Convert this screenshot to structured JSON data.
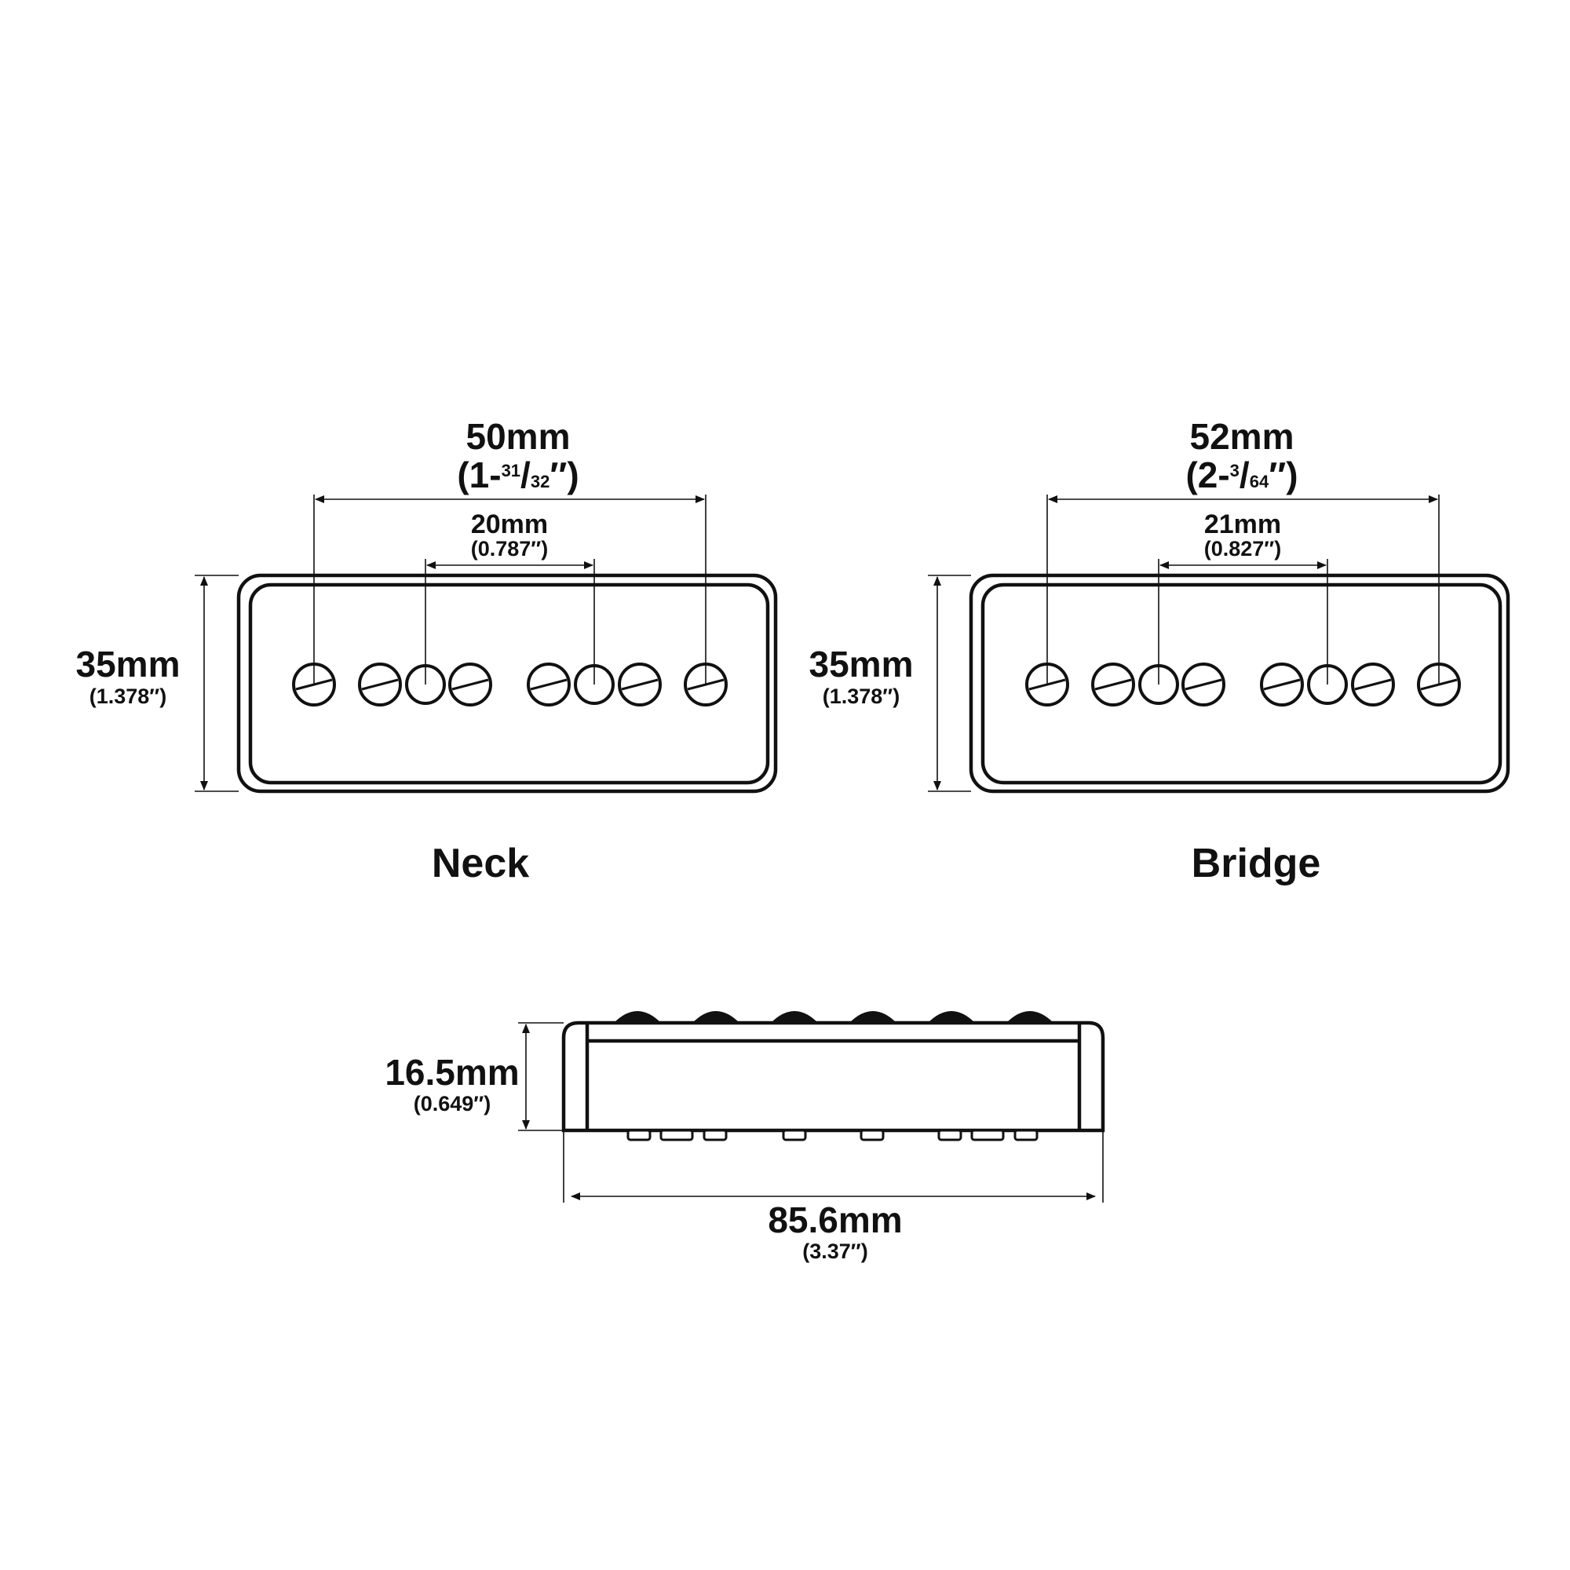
{
  "neck": {
    "title": "Neck",
    "outer": {
      "mm": "50mm",
      "in_pre": "(1-",
      "in_num": "31",
      "in_slash": "/",
      "in_den": "32",
      "in_post": "″)"
    },
    "inner": {
      "mm": "20mm",
      "in": "(0.787″)"
    },
    "height": {
      "mm": "35mm",
      "in": "(1.378″)"
    }
  },
  "bridge": {
    "title": "Bridge",
    "outer": {
      "mm": "52mm",
      "in_pre": "(2-",
      "in_num": "3",
      "in_slash": "/",
      "in_den": "64",
      "in_post": "″)"
    },
    "inner": {
      "mm": "21mm",
      "in": "(0.827″)"
    },
    "height": {
      "mm": "35mm",
      "in": "(1.378″)"
    }
  },
  "side": {
    "height": {
      "mm": "16.5mm",
      "in": "(0.649″)"
    },
    "length": {
      "mm": "85.6mm",
      "in": "(3.37″)"
    }
  }
}
